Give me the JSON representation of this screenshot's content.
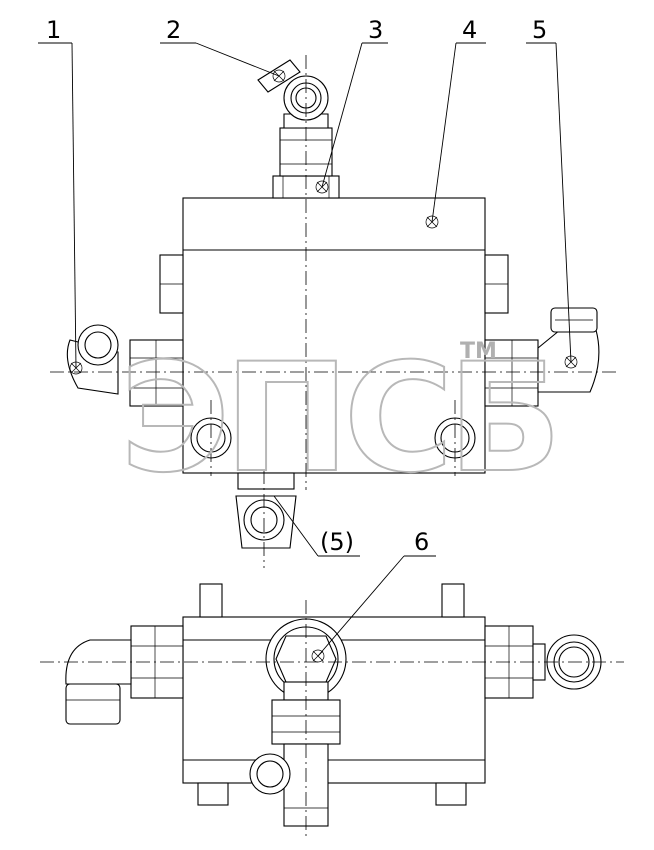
{
  "callouts": [
    {
      "id": "1",
      "label": "1"
    },
    {
      "id": "2",
      "label": "2"
    },
    {
      "id": "3",
      "label": "3"
    },
    {
      "id": "4",
      "label": "4"
    },
    {
      "id": "5",
      "label": "5"
    },
    {
      "id": "5b",
      "label": "(5)"
    },
    {
      "id": "6",
      "label": "6"
    }
  ],
  "watermark": {
    "text": "ЭПСБ",
    "trademark": "TM"
  }
}
